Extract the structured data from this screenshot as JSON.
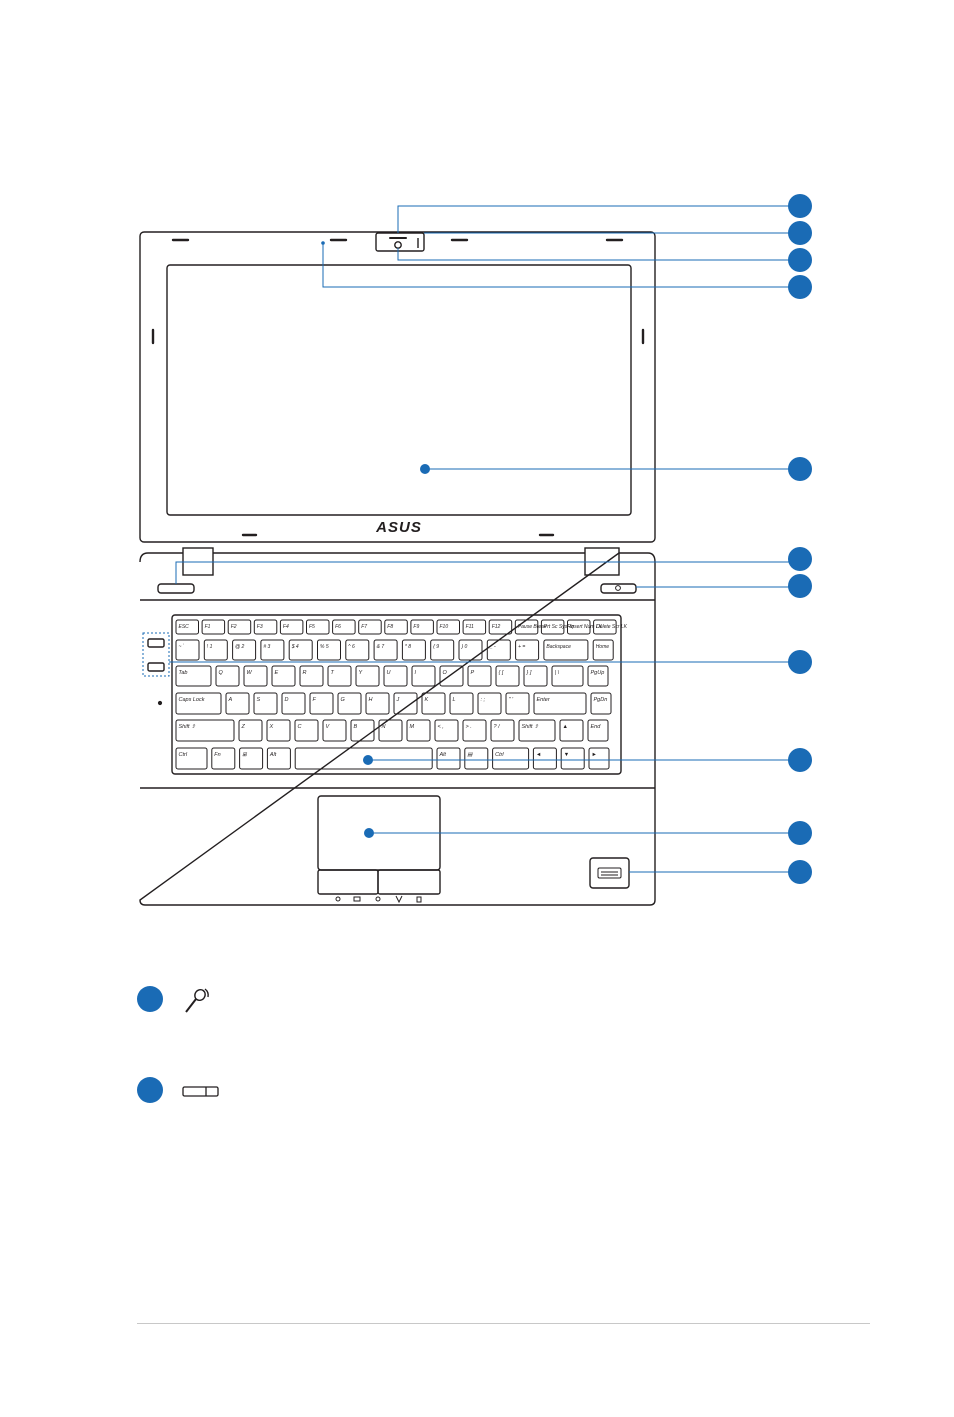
{
  "brand": {
    "logo_text": "ASUS"
  },
  "callouts": [
    {
      "id": 1,
      "label": ""
    },
    {
      "id": 2,
      "label": ""
    },
    {
      "id": 3,
      "label": ""
    },
    {
      "id": 4,
      "label": ""
    },
    {
      "id": 5,
      "label": ""
    },
    {
      "id": 6,
      "label": ""
    },
    {
      "id": 7,
      "label": ""
    },
    {
      "id": 8,
      "label": ""
    },
    {
      "id": 9,
      "label": ""
    },
    {
      "id": 10,
      "label": ""
    },
    {
      "id": 11,
      "label": ""
    }
  ],
  "keyboard": {
    "row1": [
      "ESC",
      "F1",
      "F2",
      "F3",
      "F4",
      "F5",
      "F6",
      "F7",
      "F8",
      "F9",
      "F10",
      "F11",
      "F12",
      "Pause Break",
      "Prt Sc SysRq",
      "Insert Num LK",
      "Delete Scr LK"
    ],
    "row2": [
      "~ `",
      "! 1",
      "@ 2",
      "# 3",
      "$ 4",
      "% 5",
      "^ 6",
      "& 7",
      "* 8",
      "( 9",
      ") 0",
      "_ -",
      "+ =",
      "Backspace",
      "Home"
    ],
    "row3": [
      "Tab",
      "Q",
      "W",
      "E",
      "R",
      "T",
      "Y",
      "U",
      "I",
      "O",
      "P",
      "{ [",
      "} ]",
      "| \\",
      "PgUp"
    ],
    "row4": [
      "Caps Lock",
      "A",
      "S",
      "D",
      "F",
      "G",
      "H",
      "J",
      "K",
      "L",
      ": ;",
      "\" '",
      "Enter",
      "PgDn"
    ],
    "row5": [
      "Shift ⇧",
      "Z",
      "X",
      "C",
      "V",
      "B",
      "N",
      "M",
      "< ,",
      "> .",
      "? /",
      "Shift ⇧",
      "▲",
      "End"
    ],
    "row6": [
      "Ctrl",
      "Fn",
      "⊞",
      "Alt",
      "",
      "Alt",
      "▤",
      "Ctrl",
      "◄",
      "▼",
      "►"
    ]
  },
  "legend": [
    {
      "icon": "microphone-icon"
    },
    {
      "icon": "slider-switch-icon"
    }
  ],
  "colors": {
    "accent": "#1a6bb5",
    "outline": "#231f20"
  }
}
